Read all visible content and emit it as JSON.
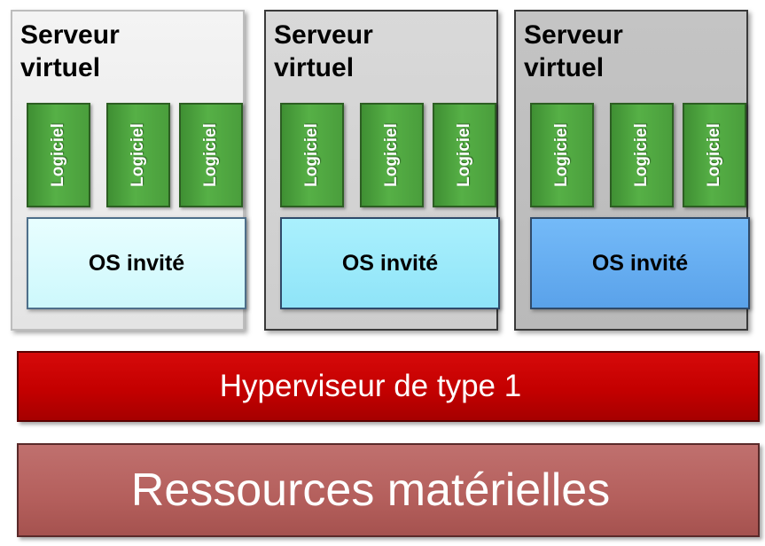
{
  "servers": [
    {
      "title": "Serveur\nvirtuel",
      "apps": [
        "Logiciel",
        "Logiciel",
        "Logiciel"
      ],
      "os": "OS invité",
      "background": "#e8e8e8",
      "os_color": "#d8fbfd"
    },
    {
      "title": "Serveur\nvirtuel",
      "apps": [
        "Logiciel",
        "Logiciel",
        "Logiciel"
      ],
      "os": "OS invité",
      "background": "#d0d0d0",
      "os_color": "#9be9fb"
    },
    {
      "title": "Serveur\nvirtuel",
      "apps": [
        "Logiciel",
        "Logiciel",
        "Logiciel"
      ],
      "os": "OS invité",
      "background": "#bebebe",
      "os_color": "#64aef2"
    }
  ],
  "hypervisor": {
    "label": "Hyperviseur de type 1",
    "color": "#c80000"
  },
  "hardware": {
    "label": "Ressources matérielles",
    "color": "#b45f5c"
  },
  "colors": {
    "app_green": "#4ea640",
    "text_dark": "#000000",
    "text_light": "#ffffff"
  }
}
